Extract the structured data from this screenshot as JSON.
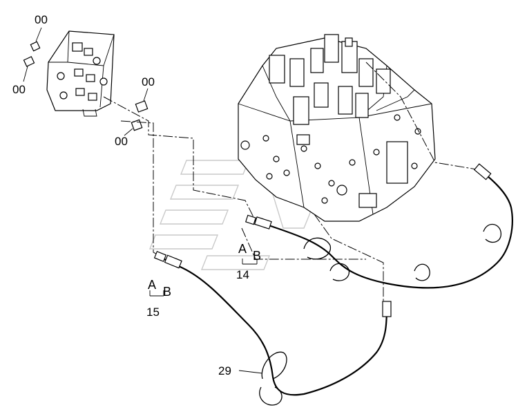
{
  "labels": {
    "fitting_top": "00",
    "fitting_left": "00",
    "fitting_right_upper": "00",
    "fitting_right_lower": "00",
    "hose14_end_a": "A",
    "hose14_end_b": "B",
    "hose14_number": "14",
    "hose15_end_a": "A",
    "hose15_end_b": "B",
    "hose15_number": "15",
    "clamp_number": "29"
  }
}
